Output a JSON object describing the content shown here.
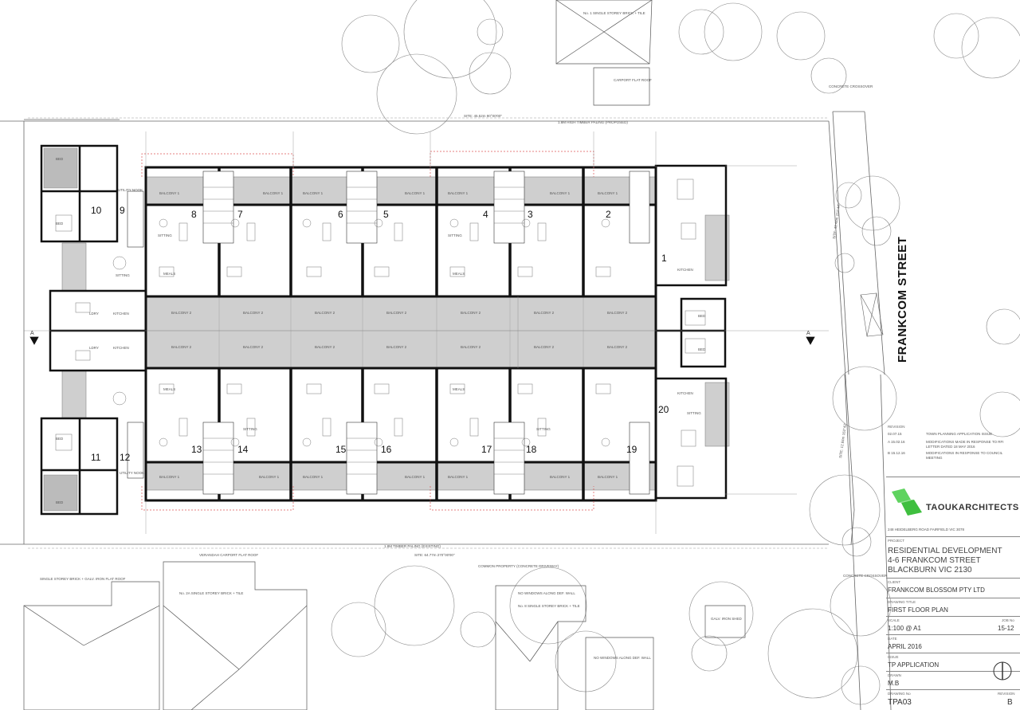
{
  "drawing": {
    "street_name": "FRANKCOM STREET",
    "site_top": "SITE: 45.52m 90°00'00\"",
    "site_bottom": "SITE: 64.77m 270°00'00\"",
    "site_right_1": "SITE: 43.44m 152°44'",
    "site_right_2": "SITE: 12.84m 162°42'",
    "fence_top": "1.8M HIGH TIMBER PALING (PROPOSED)",
    "fence_bottom": "1.8M TIMBER PALING (EXISTING)",
    "section_marker": "A",
    "common_property": "COMMON PROPERTY (CONCRETE DRIVEWAY)",
    "neighbour_top": "No. 1 SINGLE STOREY BRICK + TILE",
    "carport": "CARPORT FLAT ROOF",
    "concrete_crossover": "CONCRETE CROSSOVER",
    "verandah": "VERANDAH CARPORT FLAT ROOF",
    "neighbour_bl_1": "SINGLE STOREY BRICK + GALV. IRON FLAT ROOF",
    "neighbour_bl_2": "No. 2A SINGLE STOREY BRICK + TILE",
    "neighbour_bm": "No. 8 SINGLE STOREY BRICK + TILE",
    "no_windows": "NO WINDOWS ALONG DEF. WALL",
    "galv_iron_shed": "GALV. IRON SHED",
    "units": {
      "u1": "1",
      "u2": "2",
      "u3": "3",
      "u4": "4",
      "u5": "5",
      "u6": "6",
      "u7": "7",
      "u8": "8",
      "u9": "9",
      "u10": "10",
      "u11": "11",
      "u12": "12",
      "u13": "13",
      "u14": "14",
      "u15": "15",
      "u16": "16",
      "u17": "17",
      "u18": "18",
      "u19": "19",
      "u20": "20"
    },
    "rooms": {
      "balcony_1": "BALCONY 1",
      "balcony_2": "BALCONY 2",
      "meals": "MEALS",
      "kitchen": "KITCHEN",
      "sitting": "SITTING",
      "bed": "BED",
      "ldry": "LDRY",
      "utility_nook": "UTILITY NOOK"
    }
  },
  "title_block": {
    "revision_label": "REVISION",
    "revisions": [
      {
        "date": "02.07.15",
        "desc": "TOWN PLANNING APPLICATION ISSUE"
      },
      {
        "date": "A 15.02.16",
        "desc": "MODIFICATIONS MADE IN RESPONSE TO RFI LETTER DATED 18 MAY 2016"
      },
      {
        "date": "B 15.12.16",
        "desc": "MODIFICATIONS IN RESPONSE TO COUNCIL MEETING"
      }
    ],
    "firm": "TAOUKARCHITECTS",
    "address": "248 HEIDELBERG ROAD FAIRFIELD VIC 3078",
    "project_label": "PROJECT",
    "project_lines": [
      "RESIDENTIAL DEVELOPMENT",
      "4-6 FRANKCOM STREET",
      "BLACKBURN  VIC  2130"
    ],
    "client_label": "CLIENT",
    "client": "FRANKCOM BLOSSOM PTY LTD",
    "drawing_title_label": "DRAWING TITLE",
    "drawing_title": "FIRST FLOOR PLAN",
    "scale_label": "SCALE",
    "scale": "1:100 @ A1",
    "job_no_label": "JOB No",
    "job_no": "15-12",
    "date_label": "DATE",
    "date": "APRIL 2016",
    "issue_label": "ISSUE",
    "issue": "TP APPLICATION",
    "drawn_label": "DRAWN",
    "drawn": "M.B",
    "drawing_no_label": "DRAWING No",
    "drawing_no": "TPA03",
    "revision_letter_label": "REVISION",
    "revision_letter": "B"
  }
}
